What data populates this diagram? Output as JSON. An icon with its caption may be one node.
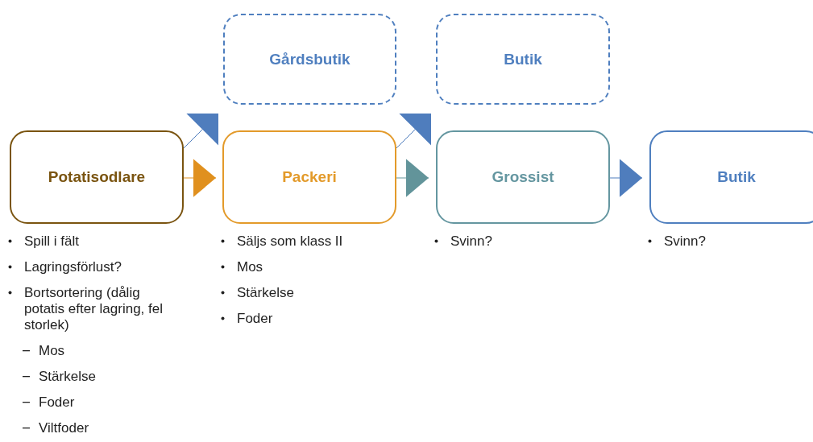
{
  "diagram": {
    "nodes": [
      {
        "text": [
          "Potatisodlare"
        ],
        "beside": [
          "Spill i fält",
          "Lagringsförlust?",
          "Bortsortering (dålig potatis efter lagring, fel storlek)",
          "Mos",
          "Stärkelse",
          "Foder",
          "Viltfoder"
        ]
      },
      {
        "text": [
          "Packeri"
        ],
        "beside": [
          "Säljs som klass II",
          "Mos",
          "Stärkelse",
          "Foder"
        ]
      },
      {
        "text": [
          "Grossist"
        ],
        "beside": [
          "Svinn?"
        ]
      },
      {
        "text": [
          "Butik"
        ],
        "beside": [
          "Svinn?"
        ]
      },
      {
        "text": [
          "Gårdsbutik"
        ]
      },
      {
        "text": [
          "Butik"
        ]
      }
    ],
    "edges": [
      {
        "from": 0,
        "to": 1,
        "arrow": "to",
        "color": "#e0901e"
      },
      {
        "from": 1,
        "to": 2,
        "arrow": "to",
        "color": "#62949a"
      },
      {
        "from": 2,
        "to": 3,
        "arrow": "to"
      },
      {
        "from": 0,
        "to": 4,
        "arrow": "to"
      },
      {
        "from": 1,
        "to": 5,
        "arrow": "to"
      }
    ]
  }
}
